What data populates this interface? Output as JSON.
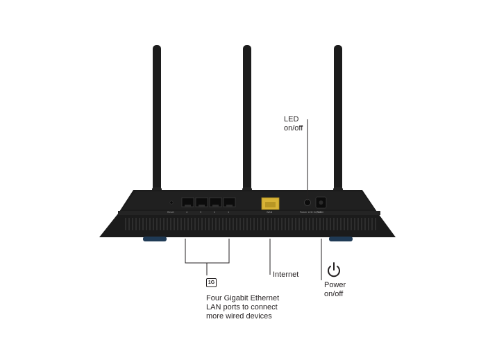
{
  "callouts": {
    "led": {
      "line1": "LED",
      "line2": "on/off"
    },
    "internet": {
      "text": "Internet"
    },
    "power": {
      "line1": "Power",
      "line2": "on/off"
    },
    "lan": {
      "line1": "Four Gigabit Ethernet",
      "line2": "LAN ports to connect",
      "line3": "more wired devices",
      "badge": "1G"
    }
  },
  "port_labels": {
    "reset": "Reset",
    "lan4": "4",
    "lan3": "3",
    "lan2": "2",
    "lan1": "1",
    "wan": "WAN",
    "led_switch": "Power LED On/Off",
    "power": "Power"
  },
  "icons": {
    "power": "power-icon",
    "lan_badge": "ethernet-1g-icon"
  },
  "colors": {
    "router_body": "#1b1b1b",
    "wan_port": "#d8b336",
    "leader_line": "#231f20",
    "feet": "#1f3a55"
  }
}
